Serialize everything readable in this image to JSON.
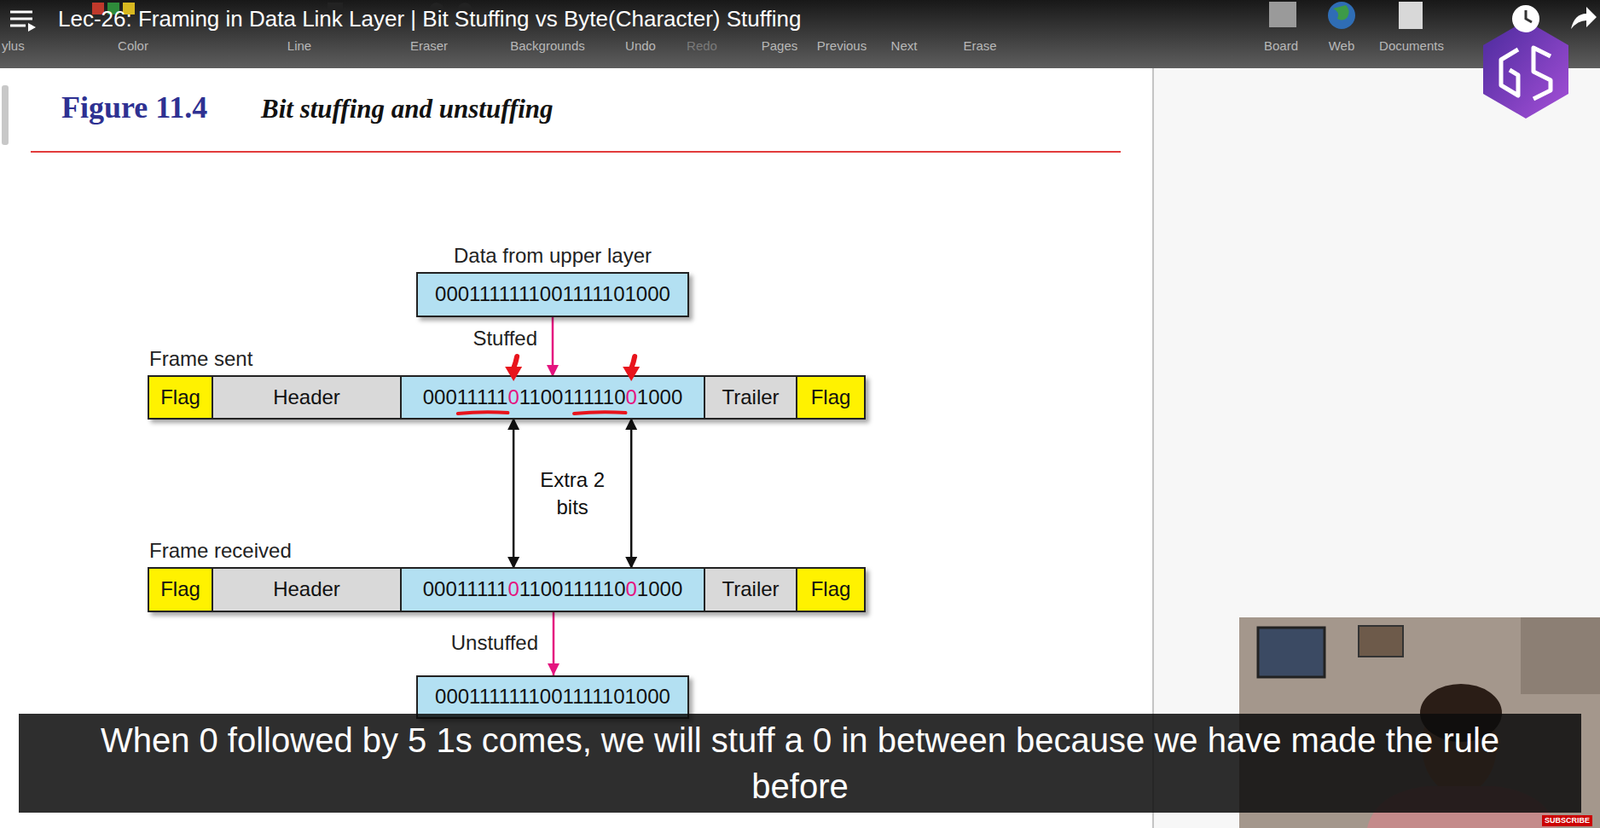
{
  "diagram": {
    "title": "Lec-26: Framing in Data Link Layer | Bit Stuffing vs Byte(Character) Stuffing",
    "nodes": [
      {
        "text": [
          "Data from upper layer",
          "0001111111001111101000"
        ]
      },
      {
        "text": [
          "Frame sent"
        ]
      },
      {
        "text": [
          "Flag"
        ],
        "in": 1
      },
      {
        "text": [
          "Header"
        ],
        "in": 1
      },
      {
        "text": [
          "000111110110011111001000"
        ],
        "in": 1
      },
      {
        "text": [
          "Trailer"
        ],
        "in": 1
      },
      {
        "text": [
          "Flag"
        ],
        "in": 1
      },
      {
        "text": [
          "Frame received"
        ]
      },
      {
        "text": [
          "Flag"
        ],
        "in": 7
      },
      {
        "text": [
          "Header"
        ],
        "in": 7
      },
      {
        "text": [
          "000111110110011111001000"
        ],
        "in": 7
      },
      {
        "text": [
          "Trailer"
        ],
        "in": 7
      },
      {
        "text": [
          "Flag"
        ],
        "in": 7
      },
      {
        "text": [
          "0001111111001111101000"
        ]
      }
    ],
    "edges": [
      {
        "from": 0,
        "to": 4,
        "arrow": "to",
        "label": "Stuffed"
      },
      {
        "from": 4,
        "to": 10,
        "arrow": "both"
      },
      {
        "from": 4,
        "to": 10,
        "arrow": "both"
      },
      {
        "from": 10,
        "to": 13,
        "arrow": "to",
        "label": "Unstuffed"
      }
    ],
    "labels": [
      "ylus",
      "Color",
      "Line",
      "Eraser",
      "Backgrounds",
      "Undo",
      "Redo",
      "Pages",
      "Previous",
      "Next",
      "Erase",
      "Board",
      "Web",
      "Documents",
      "Figure 11.4",
      "Bit stuffing and unstuffing",
      "Extra 2 bits",
      "When 0 followed by 5 1s comes, we will stuff a 0 in between because we have made the rule before",
      "SUBSCRIBE"
    ]
  }
}
